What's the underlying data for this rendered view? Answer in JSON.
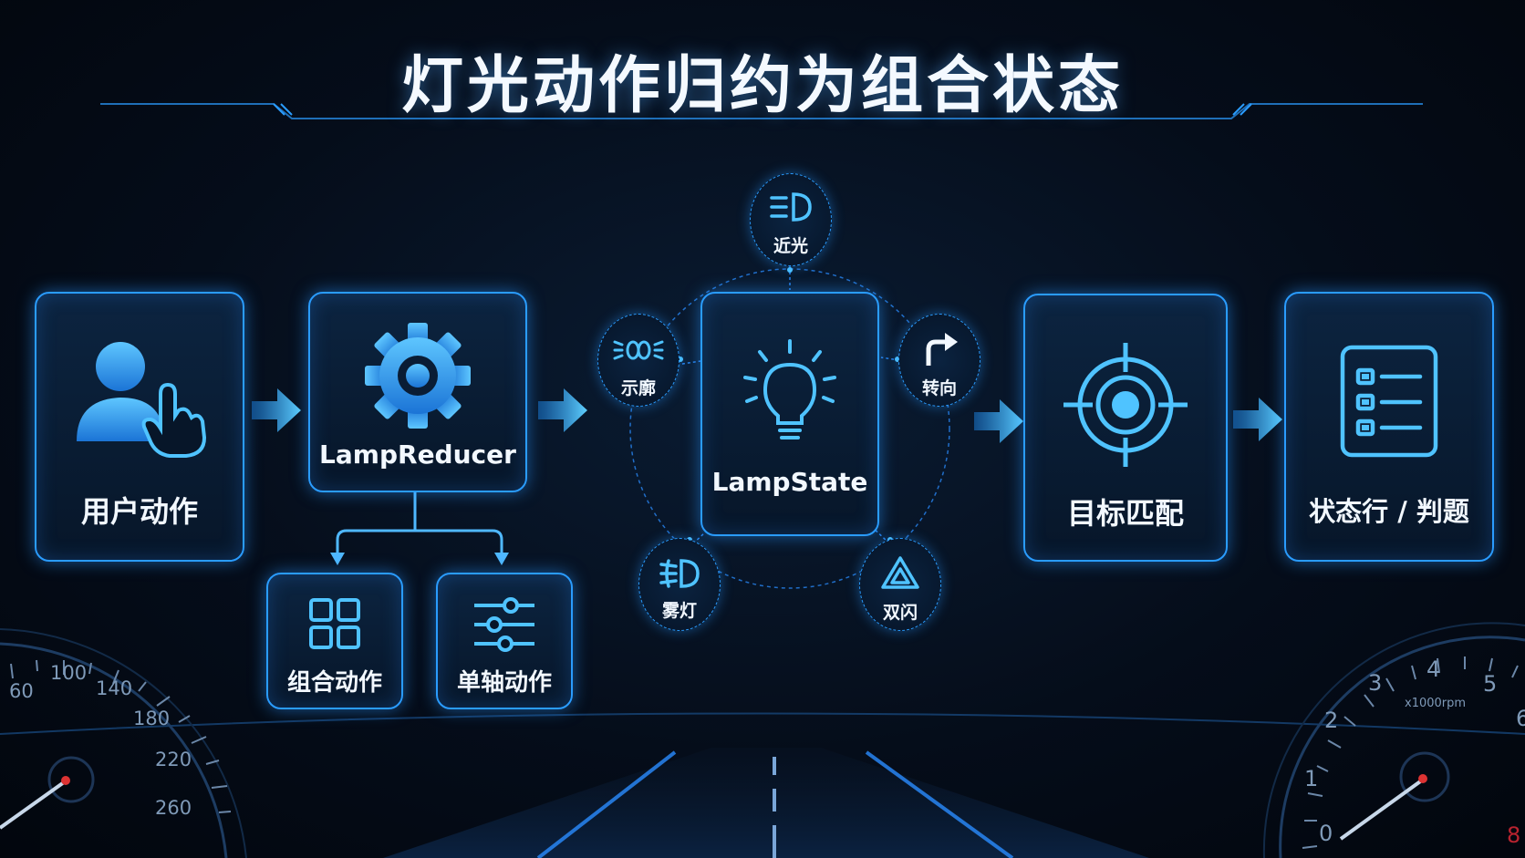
{
  "title": "灯光动作归约为组合状态",
  "nodes": {
    "user_action": "用户动作",
    "reducer": "LampReducer",
    "combo_action": "组合动作",
    "single_axis_action": "单轴动作",
    "lamp_state": "LampState",
    "target_match": "目标匹配",
    "state_judge": "状态行 / 判题"
  },
  "satellites": {
    "low_beam": "近光",
    "position": "示廓",
    "turn": "转向",
    "fog": "雾灯",
    "hazard": "双闪"
  },
  "speedometer": [
    "60",
    "100",
    "140",
    "180",
    "220",
    "260"
  ],
  "tachometer": [
    "0",
    "1",
    "2",
    "3",
    "4",
    "5",
    "6"
  ],
  "tach_unit": "x1000rpm",
  "page_number": "8",
  "colors": {
    "accent": "#2a9cff",
    "glow": "#4fc3ff",
    "background": "#050d1a"
  }
}
